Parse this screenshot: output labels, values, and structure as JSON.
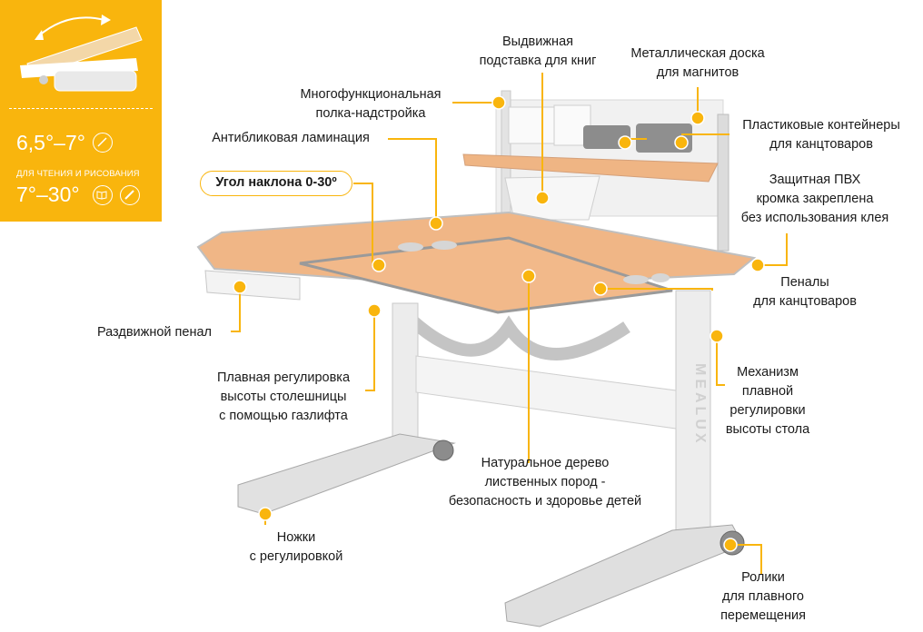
{
  "panel": {
    "value1": "6,5°–7°",
    "caption": "ДЛЯ ЧТЕНИЯ И РИСОВАНИЯ",
    "value2": "7°–30°",
    "icon1": "pen-icon",
    "icon2": "book-icon",
    "icon3": "brush-icon"
  },
  "badge": "Угол наклона 0-30º",
  "labels": {
    "bookstand": [
      "Выдвижная",
      "подставка для книг"
    ],
    "metal_board": [
      "Металлическая доска",
      "для магнитов"
    ],
    "shelf": [
      "Многофункциональная",
      "полка-надстройка"
    ],
    "plastic_containers": [
      "Пластиковые контейнеры",
      "для канцтоваров"
    ],
    "antiglare": [
      "Антибликовая ламинация"
    ],
    "pvc_edge": [
      "Защитная ПВХ",
      "кромка закреплена",
      "без использования клея"
    ],
    "pencil_cases": [
      "Пеналы",
      "для канцтоваров"
    ],
    "drawer": [
      "Раздвижной пенал"
    ],
    "height_mechanism": [
      "Механизм",
      "плавной",
      "регулировки",
      "высоты стола"
    ],
    "gaslift": [
      "Плавная регулировка",
      "высоты столешницы",
      "с помощью газлифта"
    ],
    "natural_wood": [
      "Натуральное дерево",
      "лиственных пород -",
      "безопасность и здоровье детей"
    ],
    "legs": [
      "Ножки",
      "с регулировкой"
    ],
    "casters": [
      "Ролики",
      "для плавного",
      "перемещения"
    ]
  },
  "brand_text": "MEALUX",
  "colors": {
    "accent": "#f9b50d",
    "wood": "#f2b98a",
    "frame": "#e4e4e4",
    "frame_dark": "#9a9a9a"
  }
}
